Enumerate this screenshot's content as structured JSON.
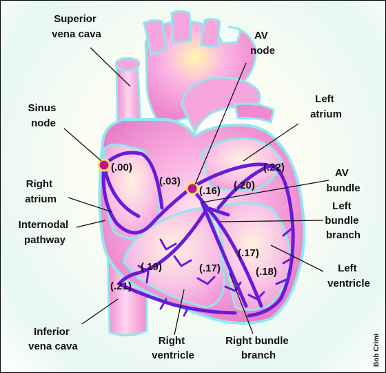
{
  "labels": {
    "superior_vena_cava": [
      "Superior",
      "vena cava"
    ],
    "av_node": [
      "AV",
      "node"
    ],
    "sinus_node": [
      "Sinus",
      "node"
    ],
    "left_atrium": [
      "Left",
      "atrium"
    ],
    "right_atrium": [
      "Right",
      "atrium"
    ],
    "av_bundle": [
      "AV",
      "bundle"
    ],
    "internodal_pathway": [
      "Internodal",
      "pathway"
    ],
    "left_bundle_branch": [
      "Left",
      "bundle",
      "branch"
    ],
    "left_ventricle": [
      "Left",
      "ventricle"
    ],
    "inferior_vena_cava": [
      "Inferior",
      "vena cava"
    ],
    "right_ventricle": [
      "Right",
      "ventricle"
    ],
    "right_bundle_branch": [
      "Right bundle",
      "branch"
    ]
  },
  "timings": {
    "sinus_node": "(.00)",
    "internodal": "(.03)",
    "av_node": "(.16)",
    "av_bundle": "(.20)",
    "left_atrium": "(.22)",
    "right_ventricle_upper": "(.19)",
    "septum_right": "(.17)",
    "septum_left": "(.17)",
    "left_ventricle": "(.18)",
    "inferior": "(.21)"
  },
  "credit": "Bob Crimi",
  "colors": {
    "heart_pink": "#f59ad8",
    "heart_light": "#ffe0f2",
    "outline_cyan": "#8fe8ee",
    "conduction_purple": "#6a1ad8",
    "node_yellow": "#f6e65a",
    "node_center": "#c2128e"
  }
}
